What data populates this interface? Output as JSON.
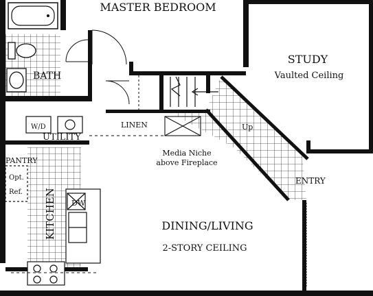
{
  "rooms": {
    "master_bedroom": "MASTER BEDROOM",
    "study": "STUDY",
    "study_note": "Vaulted Ceiling",
    "bath": "BATH",
    "linen": "LINEN",
    "utility": "UTILITY",
    "washer_dryer": "W/D",
    "pantry": "PANTRY",
    "opt_ref_line1": "Opt.",
    "opt_ref_line2": "Ref.",
    "kitchen": "KITCHEN",
    "dishwasher": "DW",
    "media_line1": "Media Niche",
    "media_line2": "above Fireplace",
    "dining_living": "DINING/LIVING",
    "ceiling_note": "2-STORY CEILING",
    "stair_up": "Up",
    "entry": "ENTRY"
  },
  "colors": {
    "wall": "#111111",
    "tile": "#333333",
    "background": "#ffffff"
  }
}
